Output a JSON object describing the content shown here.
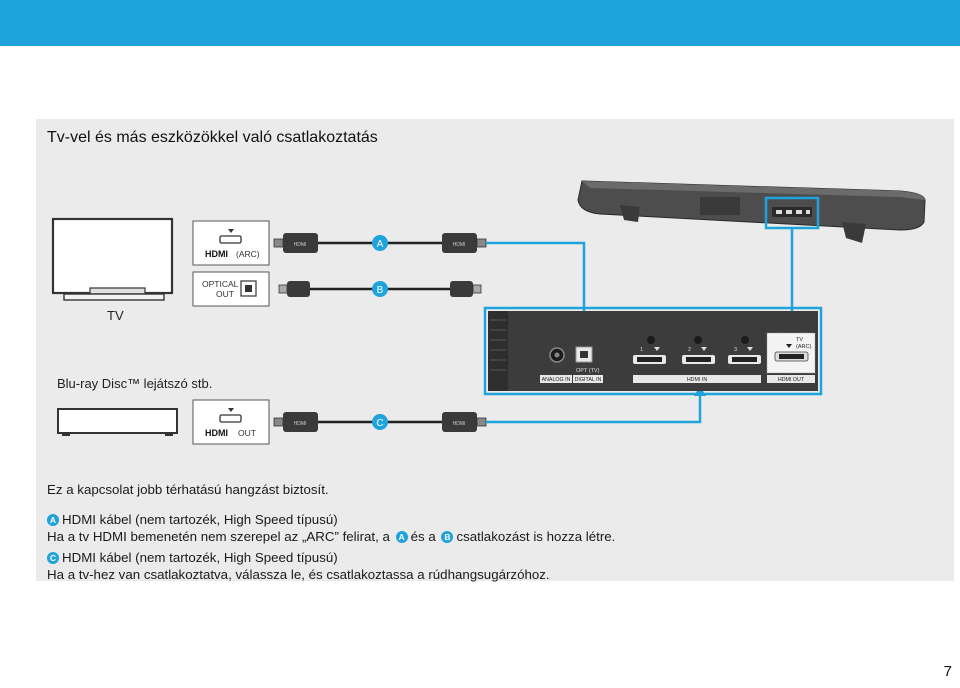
{
  "header": {
    "color": "#1ea3dd"
  },
  "section": {
    "title": "Tv-vel és más eszközökkel való csatlakoztatás"
  },
  "devices": {
    "tv_label": "TV",
    "player_label": "Blu-ray Disc™ lejátszó stb."
  },
  "tv_ports": {
    "hdmi_logo": "HDMI",
    "hdmi_suffix": "(ARC)",
    "optical_line1": "OPTICAL",
    "optical_line2": "OUT"
  },
  "player_port": {
    "hdmi_logo": "HDMI",
    "hdmi_suffix": "OUT"
  },
  "cables": {
    "a": "A",
    "b": "B",
    "c": "C",
    "cable_text": "HDMI"
  },
  "soundbar_panel": {
    "opt_tv": "OPT (TV)",
    "analog_in": "ANALOG IN",
    "digital_in": "DIGITAL IN",
    "hdmi_in": "HDMI IN",
    "hdmi_out": "HDMI OUT",
    "tv_arc_line1": "TV",
    "tv_arc_line2": "(ARC)",
    "port1": "1",
    "port2": "2",
    "port3": "3"
  },
  "notes": {
    "intro": "Ez a kapcsolat jobb térhatású hangzást biztosít.",
    "a_badge": "A",
    "a_title": "HDMI kábel (nem tartozék, High Speed típusú)",
    "a_text_1": "Ha a tv HDMI bemenetén nem szerepel az „ARC” felirat, a",
    "a_text_and": "és a",
    "a_text_2": "csatlakozást is hozza létre.",
    "ref_a": "A",
    "ref_b": "B",
    "c_badge": "C",
    "c_title": "HDMI kábel (nem tartozék, High Speed típusú)",
    "c_text": "Ha a tv-hez van csatlakoztatva, válassza le, és csatlakoztassa a rúdhangsugárzóhoz."
  },
  "page_number": "7"
}
